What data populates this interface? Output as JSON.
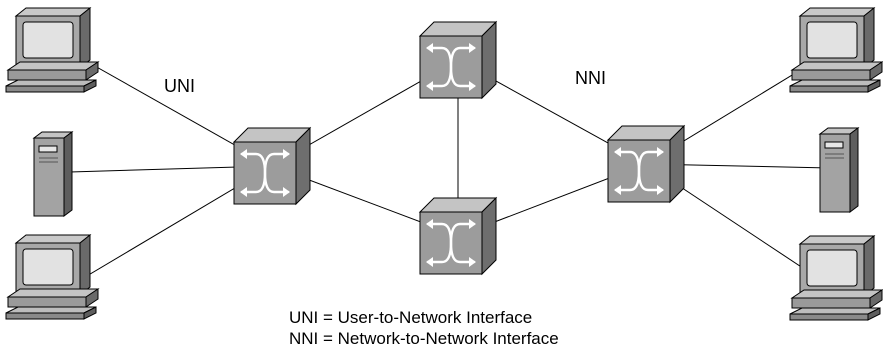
{
  "labels": {
    "uni": "UNI",
    "nni": "NNI"
  },
  "legend": {
    "uni_def": "UNI = User-to-Network Interface",
    "nni_def": "NNI = Network-to-Network Interface"
  },
  "nodes": [
    {
      "id": "pc-left-top",
      "kind": "workstation"
    },
    {
      "id": "server-left",
      "kind": "server"
    },
    {
      "id": "pc-left-bottom",
      "kind": "workstation"
    },
    {
      "id": "switch-left",
      "kind": "switch"
    },
    {
      "id": "switch-top",
      "kind": "switch"
    },
    {
      "id": "switch-bottom",
      "kind": "switch"
    },
    {
      "id": "switch-right",
      "kind": "switch"
    },
    {
      "id": "pc-right-top",
      "kind": "workstation"
    },
    {
      "id": "server-right",
      "kind": "server"
    },
    {
      "id": "pc-right-bottom",
      "kind": "workstation"
    }
  ],
  "links": [
    [
      "pc-left-top",
      "switch-left"
    ],
    [
      "server-left",
      "switch-left"
    ],
    [
      "pc-left-bottom",
      "switch-left"
    ],
    [
      "switch-left",
      "switch-top"
    ],
    [
      "switch-left",
      "switch-bottom"
    ],
    [
      "switch-top",
      "switch-bottom"
    ],
    [
      "switch-top",
      "switch-right"
    ],
    [
      "switch-bottom",
      "switch-right"
    ],
    [
      "switch-right",
      "pc-right-top"
    ],
    [
      "switch-right",
      "server-right"
    ],
    [
      "switch-right",
      "pc-right-bottom"
    ]
  ],
  "colors": {
    "switch_face": "#9c9c9c",
    "switch_side": "#6e6e6e",
    "switch_top": "#c4c4c4",
    "device_body": "#a8a8a8",
    "device_dark": "#6a6a6a",
    "screen": "#d8d8d8",
    "line": "#000000"
  }
}
